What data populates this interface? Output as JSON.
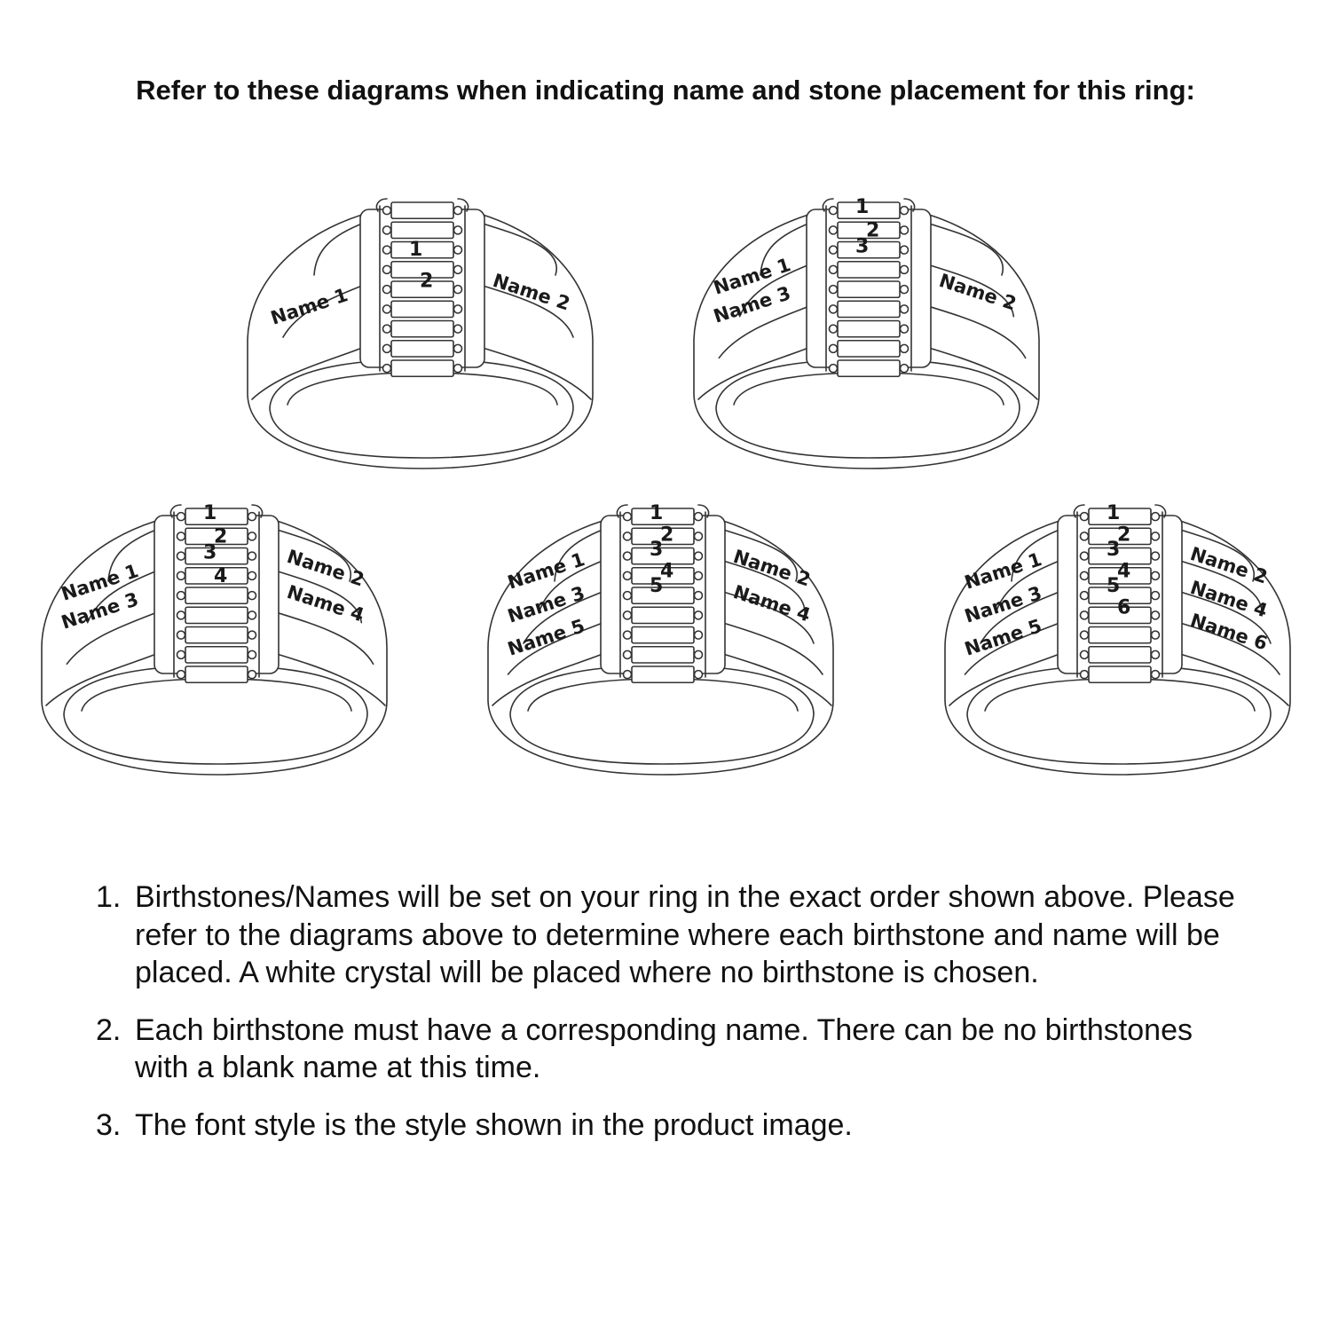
{
  "heading": "Refer to these diagrams when indicating name and stone placement for this ring:",
  "rings": [
    {
      "names_left": [
        "Name 1"
      ],
      "names_right": [
        "Name 2"
      ],
      "stones": [
        "1",
        "2"
      ]
    },
    {
      "names_left": [
        "Name 1",
        "Name 3"
      ],
      "names_right": [
        "Name 2"
      ],
      "stones": [
        "1",
        "2",
        "3"
      ]
    },
    {
      "names_left": [
        "Name 1",
        "Name 3"
      ],
      "names_right": [
        "Name 2",
        "Name 4"
      ],
      "stones": [
        "1",
        "2",
        "3",
        "4"
      ]
    },
    {
      "names_left": [
        "Name 1",
        "Name 3",
        "Name 5"
      ],
      "names_right": [
        "Name 2",
        "Name 4"
      ],
      "stones": [
        "1",
        "2",
        "3",
        "4",
        "5"
      ]
    },
    {
      "names_left": [
        "Name 1",
        "Name 3",
        "Name 5"
      ],
      "names_right": [
        "Name 2",
        "Name 4",
        "Name 6"
      ],
      "stones": [
        "1",
        "2",
        "3",
        "4",
        "5",
        "6"
      ]
    }
  ],
  "notes": [
    {
      "number": "1.",
      "text": "Birthstones/Names will be set on your ring in the exact order shown above. Please refer to the diagrams above to determine where each birthstone and name will be placed. A white crystal will be placed where no birthstone is chosen."
    },
    {
      "number": "2.",
      "text": "Each birthstone must have a corresponding name. There can be no birthstones with a blank name at this time."
    },
    {
      "number": "3.",
      "text": "The font style is the style shown in the product image."
    }
  ]
}
